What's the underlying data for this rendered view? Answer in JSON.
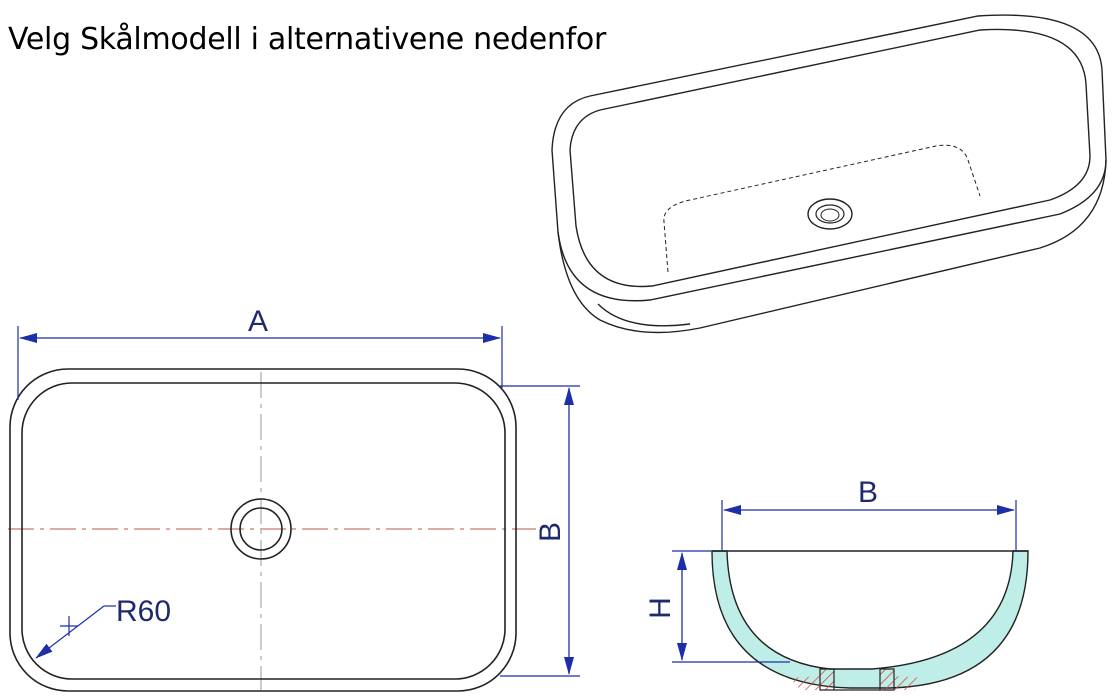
{
  "page": {
    "title": "Velg Skålmodell i alternativene nedenfor"
  },
  "labels": {
    "width": "A",
    "depth_top": "B",
    "depth_section": "B",
    "height": "H",
    "radius": "R60"
  },
  "colors": {
    "dimension": "#1c2fa8",
    "label_text": "#1f2a6e",
    "outline": "#222222",
    "centerline_horizontal": "#c87a6e",
    "centerline_vertical": "#9a9a9a",
    "section_fill": "#bfeee9",
    "section_hatch": "#d04a3a",
    "background": "#ffffff"
  }
}
